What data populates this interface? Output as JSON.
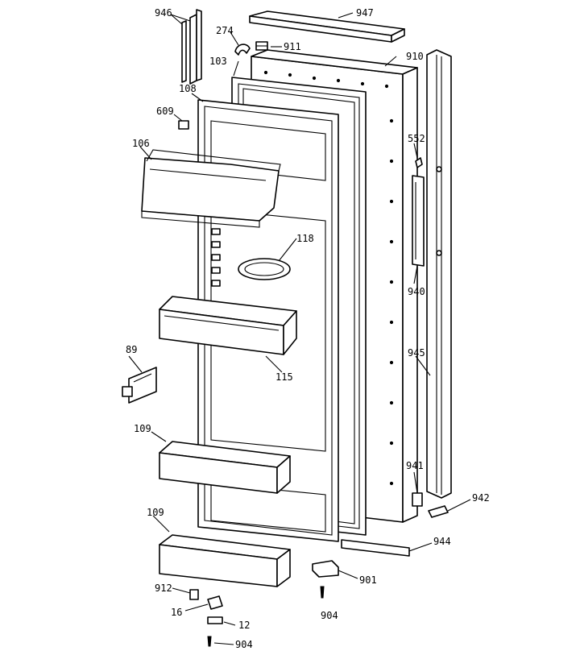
{
  "callouts": {
    "c946": "946",
    "c947": "947",
    "c274": "274",
    "c911": "911",
    "c103": "103",
    "c910": "910",
    "c108": "108",
    "c609": "609",
    "c106": "106",
    "c552": "552",
    "c118": "118",
    "c940": "940",
    "c945": "945",
    "c89": "89",
    "c115": "115",
    "c109a": "109",
    "c941": "941",
    "c942": "942",
    "c109b": "109",
    "c944": "944",
    "c901": "901",
    "c912": "912",
    "c16": "16",
    "c12": "12",
    "c904a": "904",
    "c904b": "904"
  }
}
